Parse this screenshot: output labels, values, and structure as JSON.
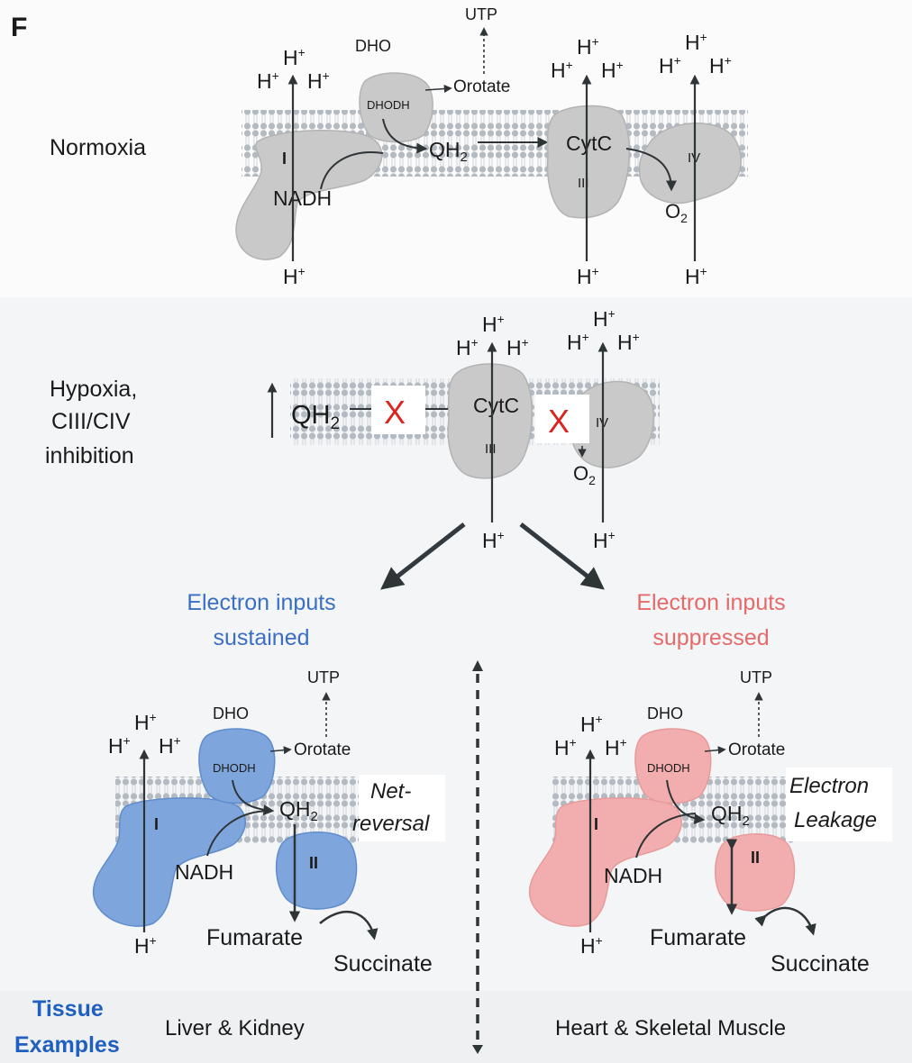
{
  "panel_letter": "F",
  "rows": {
    "normoxia": "Normoxia",
    "hypoxia_line1": "Hypoxia,",
    "hypoxia_line2": "CIII/CIV",
    "hypoxia_line3": "inhibition"
  },
  "molecules": {
    "dho": "DHO",
    "dhodh": "DHODH",
    "utp": "UTP",
    "orotate": "Orotate",
    "qh2": "QH",
    "qh2_sub": "2",
    "nadh": "NADH",
    "cytc": "CytC",
    "o2": "O",
    "o2_sub": "2",
    "proton": "H",
    "proton_sup": "+",
    "fumarate": "Fumarate",
    "succinate": "Succinate"
  },
  "complexes": {
    "c1": "I",
    "c2": "II",
    "c3": "III",
    "c4": "IV"
  },
  "block_mark": "X",
  "up_arrow": "↑",
  "branches": {
    "sustained_line1": "Electron inputs",
    "sustained_line2": "sustained",
    "suppressed_line1": "Electron inputs",
    "suppressed_line2": "suppressed",
    "net_reversal_line1": "Net-",
    "net_reversal_line2": "reversal",
    "leakage_line1": "Electron",
    "leakage_line2": "Leakage"
  },
  "footer": {
    "tissue_line1": "Tissue",
    "tissue_line2": "Examples",
    "left_tissue": "Liver & Kidney",
    "right_tissue": "Heart & Skeletal Muscle"
  },
  "colors": {
    "gray_protein": "#c9c9c9",
    "blue_protein": "#7fa6dc",
    "pink_protein": "#f2aeae",
    "blue_text": "#3a6fc4",
    "pink_text": "#e56a6a",
    "block_red": "#d9251d",
    "tissue_title": "#1f5fbf",
    "membrane": "#b9bfc6",
    "arrow": "#333a3f"
  }
}
